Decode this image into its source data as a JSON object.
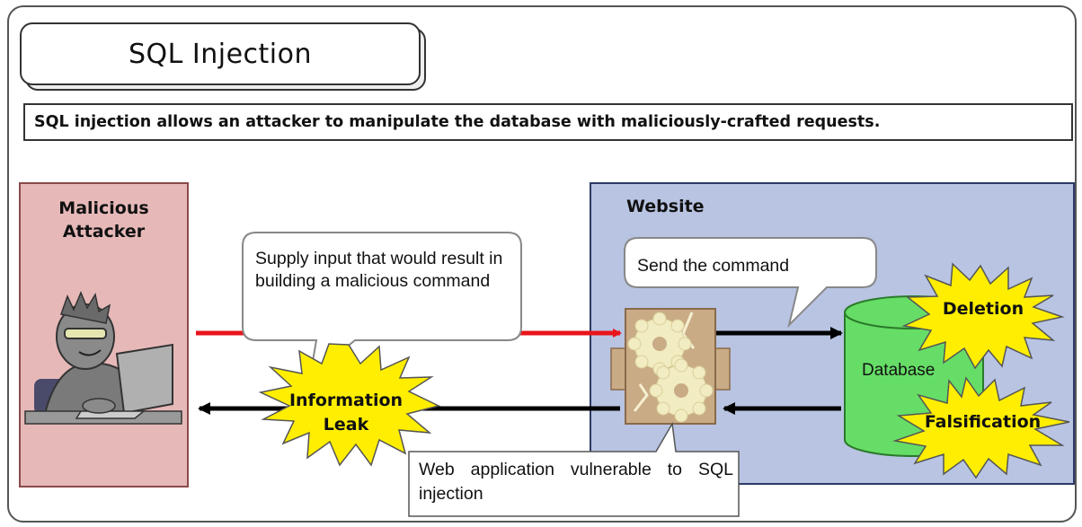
{
  "title": "SQL Injection",
  "description": "SQL injection allows an attacker to manipulate the database with maliciously-crafted requests.",
  "attacker": {
    "label_line1": "Malicious",
    "label_line2": "Attacker"
  },
  "website": {
    "label": "Website",
    "database_label": "Database"
  },
  "callouts": {
    "supply_input": "Supply input that would result in building a malicious command",
    "send_command": "Send the command",
    "web_app": "Web application vulnerable to SQL injection"
  },
  "bursts": {
    "leak_line1": "Information",
    "leak_line2": "Leak",
    "deletion": "Deletion",
    "falsification": "Falsification"
  },
  "colors": {
    "attacker_panel": "#e6b9b8",
    "website_panel": "#b8c4e2",
    "database": "#66dd66",
    "burst_fill": "#ffee00",
    "attack_arrow": "#e8151b",
    "flow_arrow": "#000000"
  }
}
